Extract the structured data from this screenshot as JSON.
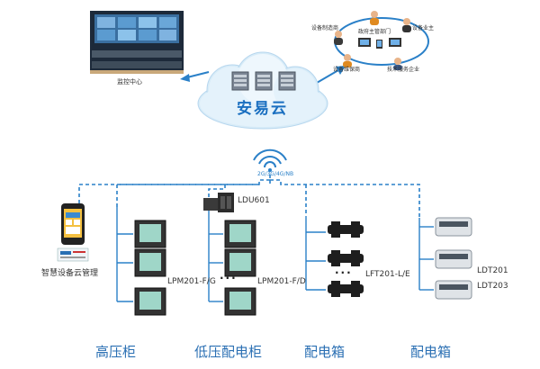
{
  "cloud": {
    "title": "安易云"
  },
  "monitor": {
    "caption": "监控中心"
  },
  "stakeholders": {
    "manufacturer": "设备制造商",
    "owner": "设备业主",
    "government": "政府主管部门",
    "maintainer": "设备维保商",
    "tech": "技术服务企业"
  },
  "network": {
    "label": "2G/3G/4G/NB"
  },
  "app": {
    "label": "智慧设备云管理"
  },
  "groups": [
    {
      "caption": "高压柜",
      "device_label": "LPM201-F/G"
    },
    {
      "caption": "低压配电柜",
      "device_label": "LPM201-F/D",
      "extra_label": "LDU601"
    },
    {
      "caption": "配电箱",
      "device_label": "LFT201-L/E"
    },
    {
      "caption": "配电箱",
      "device_label_1": "LDT201",
      "device_label_2": "LDT203"
    }
  ],
  "colors": {
    "line": "#2a80c8",
    "caption": "#2a6fb3",
    "cloud": "#d8ecf8"
  }
}
